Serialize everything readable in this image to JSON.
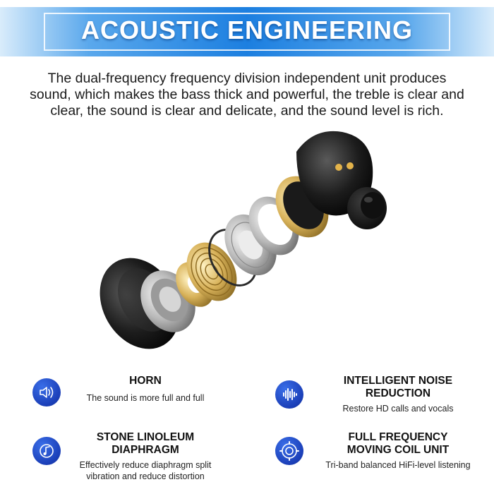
{
  "header": {
    "title": "ACOUSTIC ENGINEERING"
  },
  "description": {
    "lines": [
      "The dual-frequency frequency division independent unit produces",
      "sound, which makes the bass thick and powerful, the treble is clear and",
      "clear, the sound is clear and delicate, and the sound level is rich."
    ]
  },
  "features": [
    {
      "icon": "speaker-icon",
      "title_lines": [
        "HORN"
      ],
      "desc_lines": [
        "The sound is more full and full"
      ]
    },
    {
      "icon": "sound-wave-icon",
      "title_lines": [
        "INTELLIGENT NOISE",
        "REDUCTION"
      ],
      "desc_lines": [
        "Restore HD calls and vocals"
      ]
    },
    {
      "icon": "music-note-icon",
      "title_lines": [
        "STONE LINOLEUM",
        "DIAPHRAGM"
      ],
      "desc_lines": [
        "Effectively reduce diaphragm split",
        "vibration and reduce distortion"
      ]
    },
    {
      "icon": "coil-unit-icon",
      "title_lines": [
        "FULL FREQUENCY",
        "MOVING COIL UNIT"
      ],
      "desc_lines": [
        "Tri-band balanced HiFi-level listening"
      ]
    }
  ],
  "colors": {
    "banner_blue": "#1c7fe0",
    "icon_blue": "#1b3fb8"
  }
}
